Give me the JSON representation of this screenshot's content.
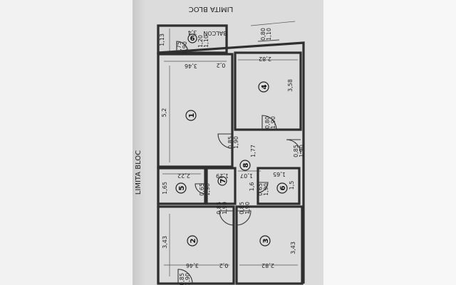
{
  "labels": {
    "top": "LIMITA BLOC",
    "left": "LIMITA BLOC",
    "balcony": "BALCON"
  },
  "rooms": {
    "r1": "1",
    "r2": "2",
    "r3": "3",
    "r4": "4",
    "r5": "5",
    "r6": "6",
    "r7": "7",
    "r8": "8",
    "r9": "9"
  },
  "dims": {
    "balcon_w": "3,4",
    "balcon_h": "1,13",
    "balcon_door_w": "0,75",
    "balcon_door_h": "1,90",
    "balcon_win_w": "1,20",
    "balcon_win_h": "1,10",
    "win_r4_w": "0,80",
    "win_r4_h": "1,10",
    "r1_w": "3,46",
    "r1_wall": "0,2",
    "r1_h": "5,2",
    "r4_w": "2,82",
    "r4_h": "3,58",
    "door_r4_w": "0,80",
    "door_r4_h": "1,90",
    "door_r1_w": "0,85",
    "door_r1_h": "1,90",
    "hall_len": "1,77",
    "door_entry_w": "0,85",
    "door_entry_h": "1,90",
    "r5_w": "2,22",
    "r5_h": "1,65",
    "r7_w": "1,29",
    "hall_w": "1,07",
    "door_r5_w": "0,65",
    "door_r5_h": "1,90",
    "hall_h": "1,6",
    "r6_w": "1,65",
    "door_r6_w": "0,65",
    "door_r6_h": "1,90",
    "r6_h": "1,5",
    "door_r2_w": "0,85",
    "door_r2_h": "1,90",
    "door_r3_w": "0,85",
    "door_r3_h": "1,90",
    "r2_h": "3,43",
    "r3_h": "3,43",
    "r2_w": "3,46",
    "r2_wall": "0,2",
    "r3_w": "2,82",
    "door_bottom_w": "0,85",
    "door_bottom_h": "1,90"
  }
}
